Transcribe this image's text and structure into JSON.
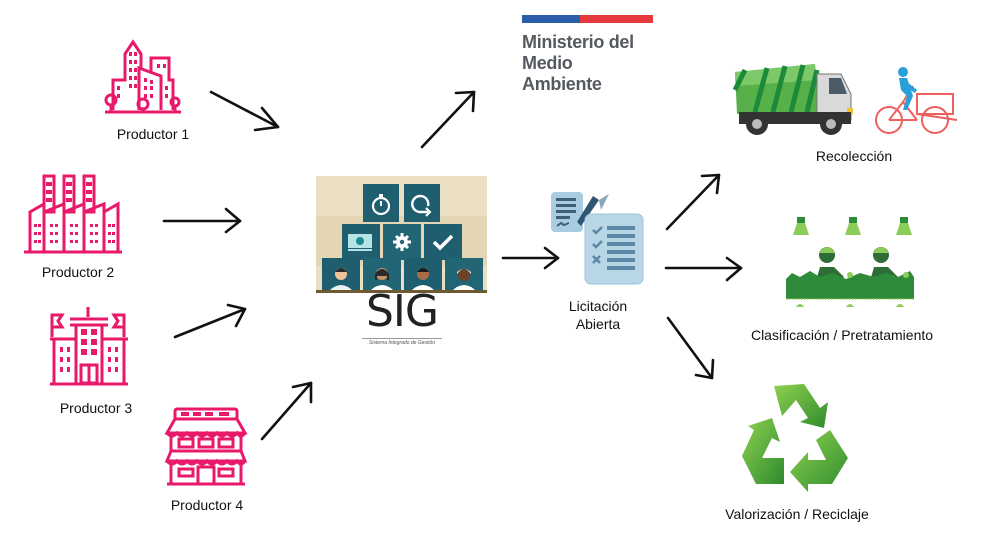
{
  "colors": {
    "producer_pink": "#e8186a",
    "sig_teal": "#1f5e6e",
    "sig_bg": "#e9dcbc",
    "ministry_blue": "#2b5ea8",
    "ministry_red": "#e43a3e",
    "ministry_text": "#555a60",
    "truck_green": "#4aa23a",
    "sorting_green": "#2e8b3a",
    "recycle_green": "#5bb53a",
    "bike_blue": "#2aa0d8",
    "bike_red": "#ee6060",
    "doc_blue": "#a9cce0",
    "arrow": "#111111"
  },
  "producers": [
    {
      "label": "Productor 1",
      "icon": "city-buildings-icon"
    },
    {
      "label": "Productor 2",
      "icon": "factory-icon"
    },
    {
      "label": "Productor 3",
      "icon": "government-building-icon"
    },
    {
      "label": "Productor 4",
      "icon": "storefront-icon"
    }
  ],
  "sig": {
    "title": "SIG",
    "subtitle": "Sistema Integrado de Gestión"
  },
  "ministry": {
    "line1": "Ministerio del",
    "line2": "Medio",
    "line3": "Ambiente"
  },
  "tender": {
    "line1": "Licitación",
    "line2": "Abierta"
  },
  "stages": [
    {
      "label": "Recolección",
      "icon": "garbage-truck-icon"
    },
    {
      "label": "Clasificación / Pretratamiento",
      "icon": "sorting-workers-icon"
    },
    {
      "label": "Valorización / Reciclaje",
      "icon": "recycle-icon"
    }
  ]
}
